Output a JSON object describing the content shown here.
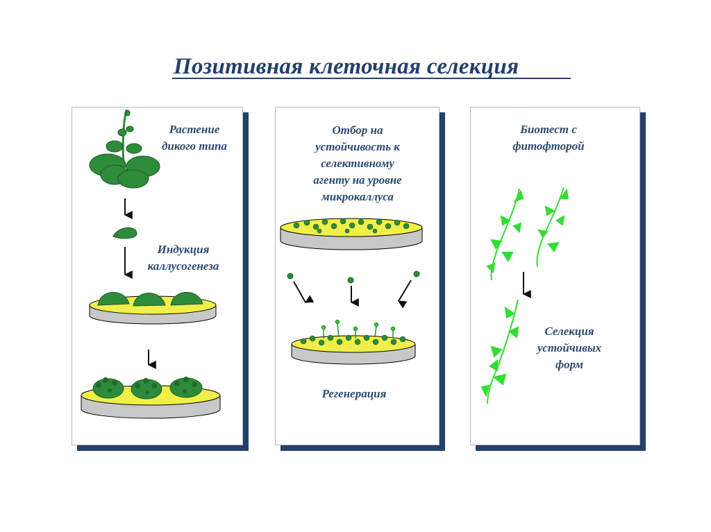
{
  "title": "Позитивная клеточная селекция",
  "panels": [
    {
      "labels": [
        "Растение\nдикого типа",
        "Индукция\nкаллусогенеза"
      ]
    },
    {
      "labels": [
        "Отбор на\nустойчивость к\nселективному\nагенту на уровне\nмикрокаллуса",
        "Регенерация"
      ]
    },
    {
      "labels": [
        "Биотест с\nфитофторой",
        "Селекция\nустойчивых\nформ"
      ]
    }
  ],
  "colors": {
    "title": "#24406b",
    "shadow": "#24406b",
    "plant": "#2e8b3a",
    "shoot": "#33dd33",
    "dish_top": "#f0ef4a",
    "dish_side": "#c8c8c8"
  }
}
